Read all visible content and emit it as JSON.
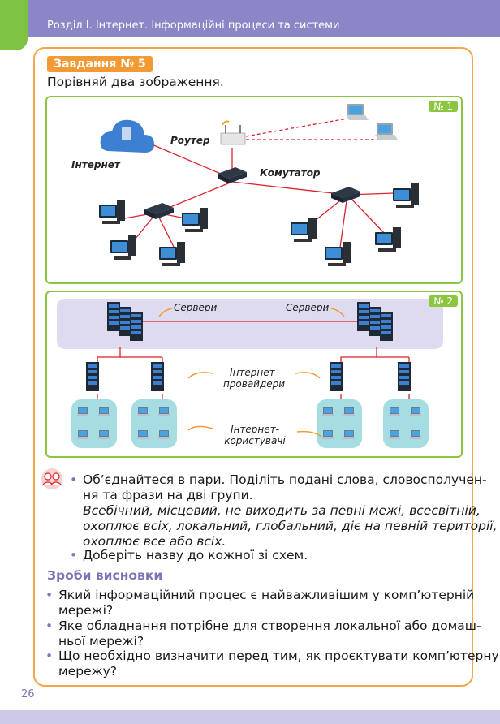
{
  "header": {
    "title": "Розділ І. Інтернет. Інформаційні процеси та системи"
  },
  "task": {
    "badge": "Завдання № 5",
    "prompt": "Порівняй два зображення."
  },
  "diagram1": {
    "badge": "№ 1",
    "labels": {
      "internet": "Інтернет",
      "router": "Роутер",
      "switch": "Комутатор"
    }
  },
  "diagram2": {
    "badge": "№ 2",
    "labels": {
      "servers_left": "Сервери",
      "servers_right": "Сервери",
      "isp_line1": "Інтернет-",
      "isp_line2": "провайдери",
      "users_line1": "Інтернет-",
      "users_line2": "користувачі"
    }
  },
  "instructions": {
    "item1_line1": "Об’єднайтеся в пари. Поділіть подані слова, словосполучен-",
    "item1_line2": "ня та фрази на дві групи.",
    "words_line1": "Всебічний, місцевий, не виходить за певні межі, всесвітній,",
    "words_line2": "охоплює всіх, локальний, глобальний, діє на певній території,",
    "words_line3": "охоплює все або всіх.",
    "item2": "Доберіть назву до кожної зі схем."
  },
  "conclusions": {
    "heading": "Зроби висновки",
    "q1_line1": "Який інформаційний процес є найважливішим у комп’ютерній",
    "q1_line2": "мережі?",
    "q2_line1": "Яке обладнання потрібне для створення локальної або домаш-",
    "q2_line2": "ньої мережі?",
    "q3_line1": "Що необхідно визначити перед тим, як проєктувати комп’ютерну",
    "q3_line2": "мережу?"
  },
  "page_number": "26",
  "colors": {
    "accent": "#8b86c6",
    "orange": "#f3a64a",
    "green": "#8cc63f",
    "link": "#d9232d"
  }
}
